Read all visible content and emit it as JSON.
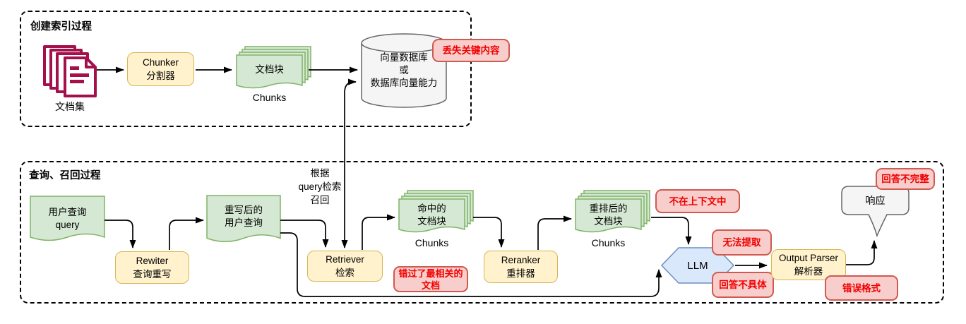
{
  "colors": {
    "yellow-fill": "#FFF2CC",
    "yellow-stroke": "#D6B656",
    "green-fill": "#D5E8D4",
    "green-stroke": "#82B366",
    "red-fill": "#F8CECC",
    "red-stroke": "#D05A50",
    "red-text": "#F20000",
    "blue-fill": "#DAE8FC",
    "blue-stroke": "#6C8EBF",
    "gray-fill": "#F5F5F5",
    "gray-stroke": "#666666",
    "doc-icon": "#A4104C",
    "line": "#000000"
  },
  "index_section": {
    "title": "创建索引过程",
    "doc_collection": "文档集",
    "chunker": "Chunker\n分割器",
    "chunks": "文档块",
    "chunks_caption": "Chunks",
    "vector_db": "向量数据库\n或\n数据库向量能力",
    "badge_lost_content": "丢失关键内容"
  },
  "query_section": {
    "title": "查询、召回过程",
    "user_query": "用户查询\nquery",
    "rewriter": "Rewiter\n查询重写",
    "rewritten_query": "重写后的\n用户查询",
    "retrieve_note": "根据\nquery检索\n召回",
    "retriever": "Retriever\n检索",
    "hit_chunks": "命中的\n文档块",
    "hit_chunks_caption": "Chunks",
    "badge_missed_docs": "错过了最相关的\n文档",
    "reranker": "Reranker\n重排器",
    "reranked_chunks": "重排后的\n文档块",
    "reranked_chunks_caption": "Chunks",
    "badge_not_in_context": "不在上下文中",
    "llm": "LLM",
    "badge_cannot_extract": "无法提取",
    "badge_not_specific": "回答不具体",
    "output_parser": "Output Parser\n解析器",
    "badge_wrong_format": "错误格式",
    "response": "响应",
    "badge_incomplete_answer": "回答不完整"
  }
}
